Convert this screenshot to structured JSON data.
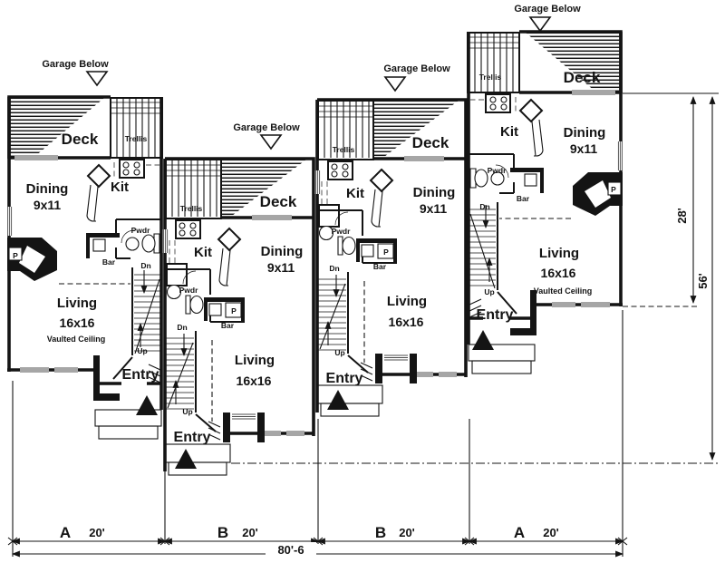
{
  "page": {
    "background": "#ffffff",
    "ink": "#141414"
  },
  "labels": {
    "garage_below": "Garage Below",
    "deck": "Deck",
    "trellis": "Trellis",
    "kit": "Kit",
    "dining": "Dining",
    "dining_size": "9x11",
    "pwdr": "Pwdr",
    "bar": "Bar",
    "dn": "Dn",
    "up": "Up",
    "living": "Living",
    "living_size": "16x16",
    "vaulted_ceiling": "Vaulted Ceiling",
    "entry": "Entry",
    "p": "P"
  },
  "dimensions": {
    "right_upper": "28'",
    "right_overall": "56'",
    "bottom_total": "80'-6",
    "units": [
      {
        "name": "A",
        "width": "20'"
      },
      {
        "name": "B",
        "width": "20'"
      },
      {
        "name": "B",
        "width": "20'"
      },
      {
        "name": "A",
        "width": "20'"
      }
    ]
  }
}
